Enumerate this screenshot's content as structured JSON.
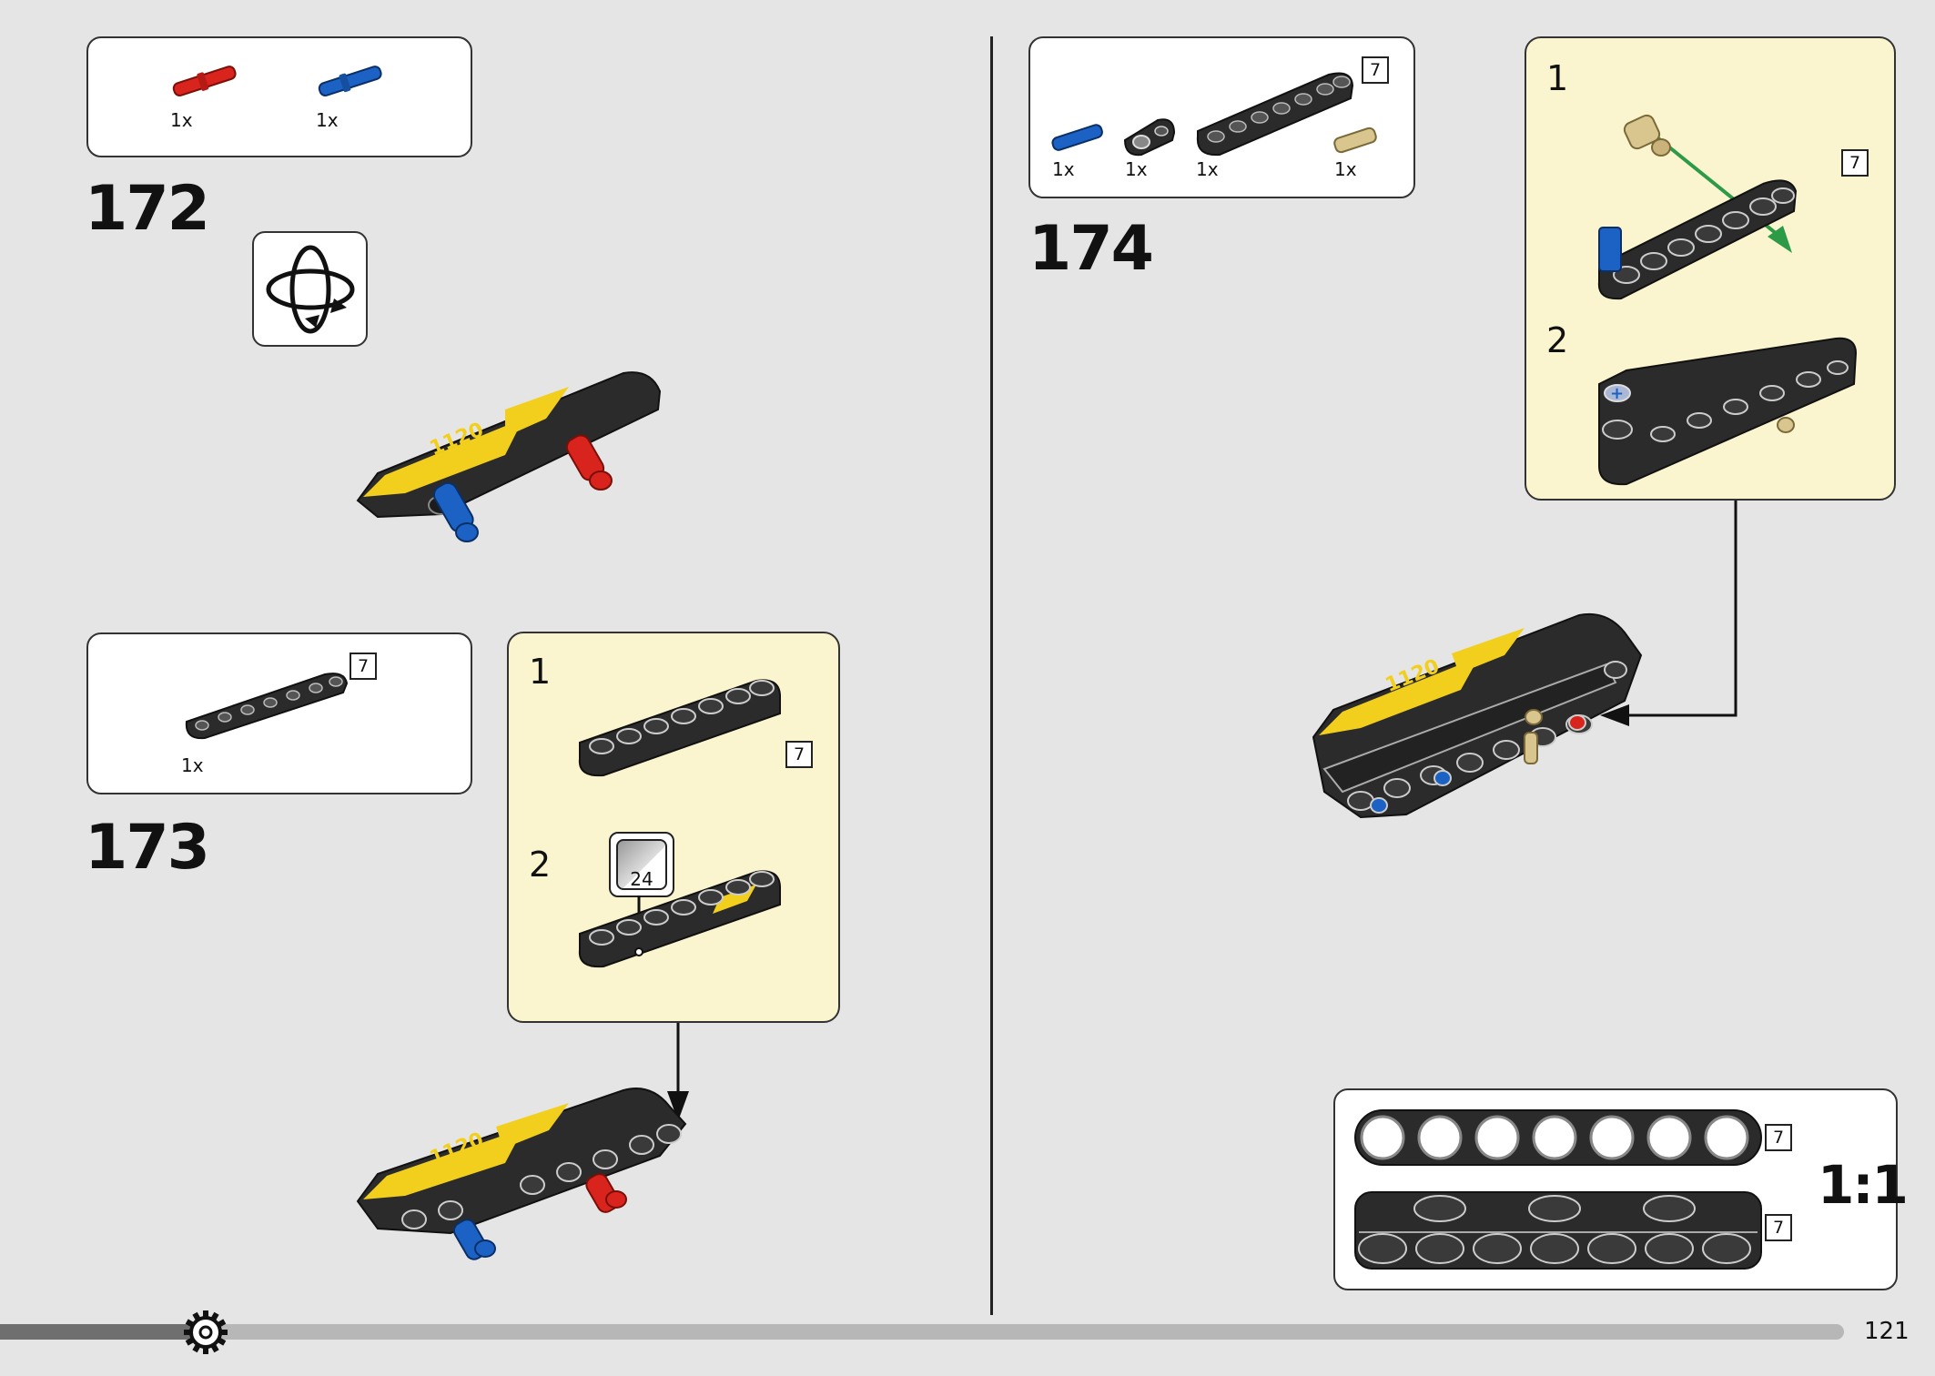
{
  "page_number": "121",
  "scale_label": "1:1",
  "steps": [
    {
      "number": "172",
      "parts": [
        {
          "qty": "1x"
        },
        {
          "qty": "1x"
        }
      ]
    },
    {
      "number": "173",
      "parts": [
        {
          "qty": "1x",
          "length": "7"
        }
      ],
      "substeps": [
        {
          "n": "1",
          "length": "7"
        },
        {
          "n": "2",
          "sticker": "24"
        }
      ]
    },
    {
      "number": "174",
      "parts": [
        {
          "qty": "1x"
        },
        {
          "qty": "1x"
        },
        {
          "qty": "1x",
          "length": "7"
        },
        {
          "qty": "1x"
        }
      ],
      "substeps": [
        {
          "n": "1",
          "length": "7"
        },
        {
          "n": "2"
        }
      ]
    }
  ],
  "scale_box": {
    "lengths": [
      "7",
      "7"
    ]
  },
  "colors": {
    "black_part": "#2b2b2b",
    "yellow": "#f2cf1d",
    "red": "#d8241c",
    "blue": "#1c62c4",
    "tan": "#d9c58e",
    "callout_bg": "#fbf5cf",
    "arrow_green": "#2c9a46"
  },
  "icons": [
    "rotate-model-icon",
    "gear-icon"
  ]
}
